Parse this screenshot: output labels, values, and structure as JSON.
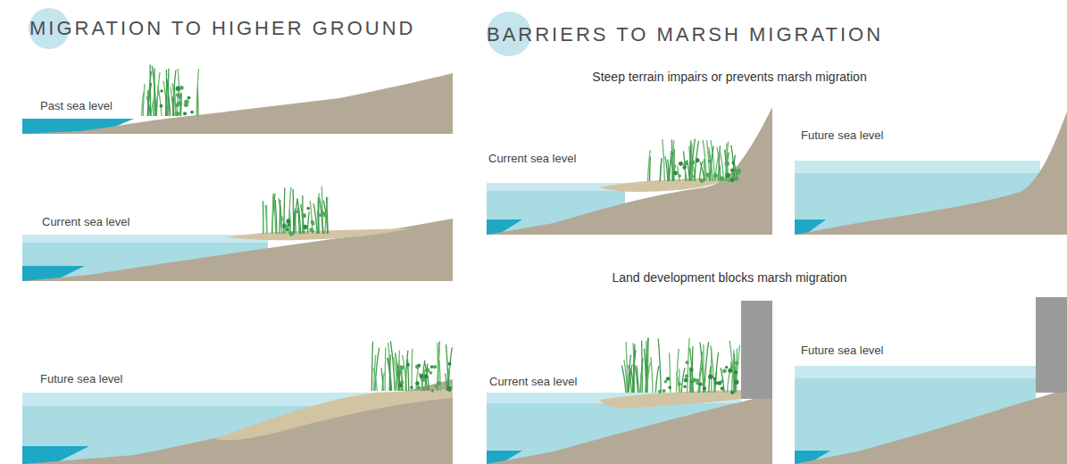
{
  "diagram": {
    "labels": [
      "MIGRATION TO HIGHER GROUND",
      "Past sea level",
      "Current sea level",
      "Future sea level",
      "BARRIERS TO MARSH MIGRATION",
      "Steep terrain impairs or prevents marsh migration",
      "Current sea level",
      "Future sea level",
      "Land development blocks marsh migration",
      "Current sea level",
      "Future sea level"
    ]
  }
}
